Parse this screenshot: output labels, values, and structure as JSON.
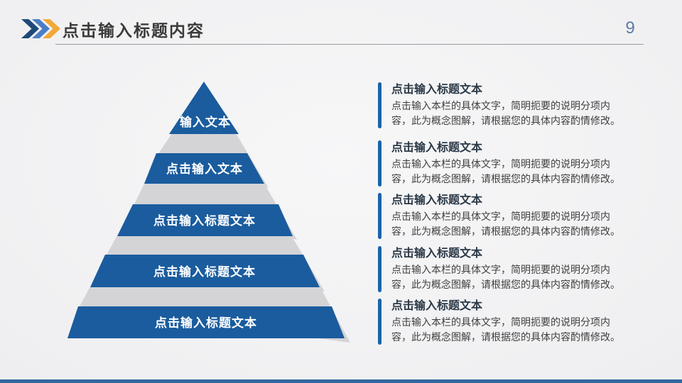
{
  "header": {
    "title": "点击输入标题内容",
    "page_number": "9"
  },
  "icons": {
    "header_icon": "triple-chevron-right"
  },
  "pyramid": {
    "levels": [
      {
        "label": "输入文本"
      },
      {
        "label": "点击输入文本"
      },
      {
        "label": "点击输入标题文本"
      },
      {
        "label": "点击输入标题文本"
      },
      {
        "label": "点击输入标题文本"
      }
    ]
  },
  "entries": [
    {
      "title": "点击输入标题文本",
      "body": "点击输入本栏的具体文字，简明扼要的说明分项内容，此为概念图解，请根据您的具体内容酌情修改。"
    },
    {
      "title": "点击输入标题文本",
      "body": "点击输入本栏的具体文字，简明扼要的说明分项内容，此为概念图解，请根据您的具体内容酌情修改。"
    },
    {
      "title": "点击输入标题文本",
      "body": "点击输入本栏的具体文字，简明扼要的说明分项内容，此为概念图解，请根据您的具体内容酌情修改。"
    },
    {
      "title": "点击输入标题文本",
      "body": "点击输入本栏的具体文字，简明扼要的说明分项内容，此为概念图解，请根据您的具体内容酌情修改。"
    },
    {
      "title": "点击输入标题文本",
      "body": "点击输入本栏的具体文字，简明扼要的说明分项内容，此为概念图解，请根据您的具体内容酌情修改。"
    }
  ],
  "colors": {
    "tier_blue": "#1a5c9e",
    "bar_blue": "#1a63a8",
    "shadow_gray": "#d4d4d7",
    "chevron_dark": "#1d4a7a",
    "chevron_mid": "#4a7ec4",
    "chevron_orange": "#f3a737",
    "bottom_bar": "#33689f"
  }
}
